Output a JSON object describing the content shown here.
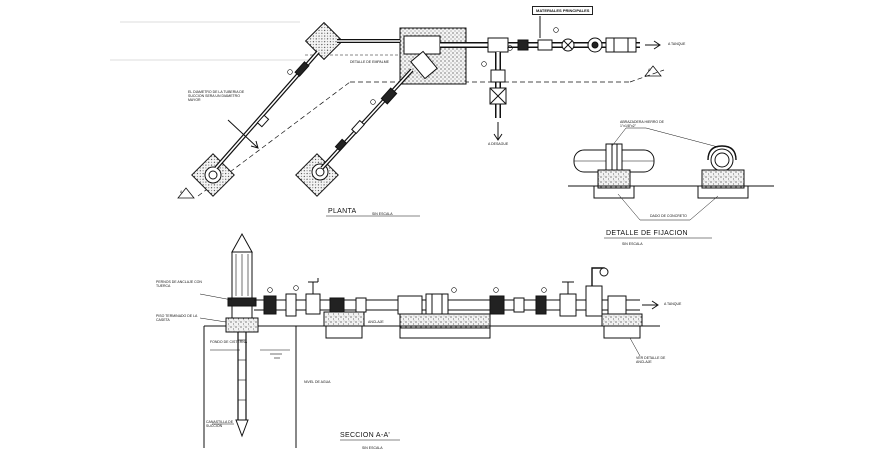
{
  "titles": {
    "plan": "PLANTA",
    "plan_scale": "SIN ESCALA",
    "detail": "DETALLE DE FIJACION",
    "detail_scale": "SIN ESCALA",
    "section": "SECCION   A-A'",
    "section_scale": "SIN ESCALA"
  },
  "labels": {
    "header_box": "MATERIALES PRINCIPALES",
    "plan_top_right_arrow": "A TANQUE",
    "plan_bottom_arrow": "A DESAGUE",
    "section_right_arrow": "A TANQUE",
    "detail_bracket": "ABRAZADERA HIERRO DE 1\"x1/8\"x2\"",
    "detail_base": "DADO DE CONCRETO",
    "section_left_1": "PERNOS DE ANCLAJE CON TUERCA",
    "section_left_2": "PISO TERMINADO DE LA CASETA",
    "section_water_1": "FONDO DE CISTERNA",
    "section_water_2": "NIVEL DE AGUA",
    "section_bottom": "CANASTILLA DE SUCCION",
    "section_detail_ref": "VER DETALLE DE ANCLAJE",
    "section_anchor": "ANCLAJE",
    "plan_note_1": "EL DIAMETRO DE LA TUBERIA DE SUCCION SERA UN DIAMETRO MAYOR",
    "plan_note_2": "DETALLE DE EMPALME"
  },
  "markers": {
    "cut_a": "A",
    "cut_a_prime": "A'"
  }
}
